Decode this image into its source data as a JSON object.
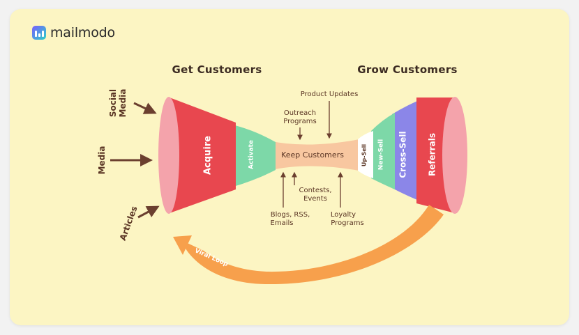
{
  "brand": {
    "name": "mailmodo"
  },
  "headings": {
    "left": "Get Customers",
    "right": "Grow Customers"
  },
  "sources": {
    "social": "Social Media",
    "media": "Media",
    "articles": "Articles"
  },
  "acquire_funnel": {
    "acquire": "Acquire",
    "activate": "Activate"
  },
  "center": {
    "label": "Keep Customers",
    "product_updates": "Product Updates",
    "outreach": [
      "Outreach",
      "Programs"
    ],
    "contests": [
      "Contests,",
      "Events"
    ],
    "blogs": [
      "Blogs, RSS,",
      "Emails"
    ],
    "loyalty": [
      "Loyalty",
      "Programs"
    ]
  },
  "grow_funnel": {
    "upsell": "Up-Sell",
    "newsell": "New-Sell",
    "crosssell": "Cross-Sell",
    "referrals": "Referrals"
  },
  "loop": {
    "label": "Viral Loop"
  },
  "colors": {
    "background": "#fcf5c3",
    "acquire": "#e8474f",
    "activate": "#7dd8a8",
    "keep": "#f8c7a0",
    "crosssell": "#8b86e8",
    "loop": "#f7a04c",
    "arrow": "#6b3f2f"
  }
}
